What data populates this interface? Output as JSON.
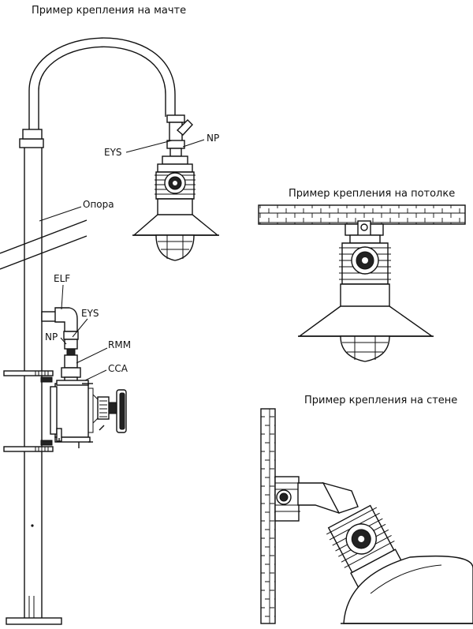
{
  "titles": {
    "mast": "Пример крепления на мачте",
    "ceiling": "Пример крепления на потолке",
    "wall": "Пример крепления на стене"
  },
  "labels": {
    "eys_top": "EYS",
    "np_top": "NP",
    "support": "Опора",
    "elf": "ELF",
    "eys_side": "EYS",
    "np_side": "NP",
    "rmm": "RMM",
    "cca": "CCA"
  }
}
